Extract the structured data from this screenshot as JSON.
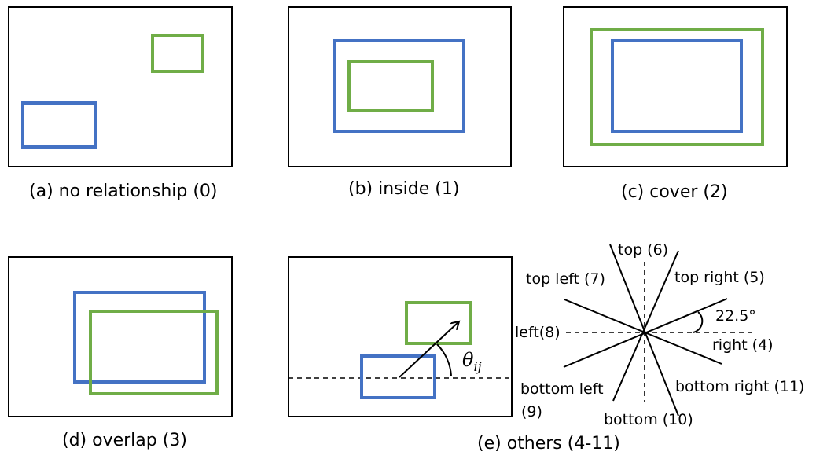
{
  "colors": {
    "blue_box": "#4472C4",
    "green_box": "#70AD47",
    "frame": "#000000"
  },
  "panels": {
    "a": {
      "caption": "(a) no relationship (0)"
    },
    "b": {
      "caption": "(b) inside (1)"
    },
    "c": {
      "caption": "(c) cover (2)"
    },
    "d": {
      "caption": "(d) overlap (3)"
    },
    "e": {
      "caption": "(e) others (4-11)",
      "angle_symbol": "θ",
      "angle_subscript": "ij"
    }
  },
  "compass": {
    "angle_label": "22.5°",
    "directions": {
      "top": "top (6)",
      "top_right": "top right (5)",
      "right": "right (4)",
      "bottom_right": "bottom right (11)",
      "bottom": "bottom (10)",
      "bottom_left_line1": "bottom left",
      "bottom_left_line2": "(9)",
      "left": "left(8)",
      "top_left": "top left (7)"
    }
  }
}
